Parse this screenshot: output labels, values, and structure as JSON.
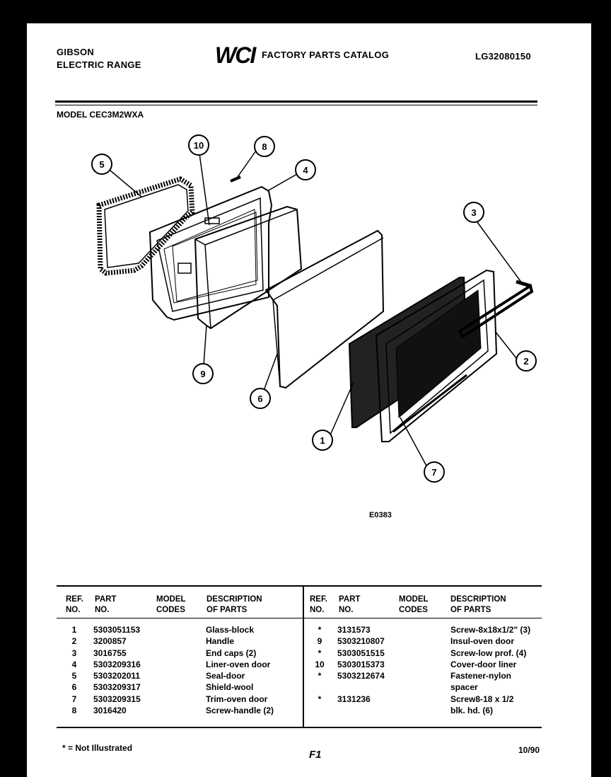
{
  "header": {
    "brand": "GIBSON",
    "product": "ELECTRIC RANGE",
    "logo": "WCI",
    "catalog_title": "FACTORY PARTS CATALOG",
    "catalog_code": "LG32080150",
    "model_line": "MODEL CEC3M2WXA"
  },
  "diagram": {
    "code": "E0383",
    "callouts": [
      "5",
      "10",
      "8",
      "4",
      "3",
      "9",
      "6",
      "2",
      "1",
      "7"
    ]
  },
  "table": {
    "headers": {
      "ref": [
        "REF.",
        "NO."
      ],
      "part": [
        "PART",
        "NO."
      ],
      "model": [
        "MODEL",
        "CODES"
      ],
      "desc": [
        "DESCRIPTION",
        "OF PARTS"
      ]
    },
    "left": {
      "ref": [
        "1",
        "2",
        "3",
        "4",
        "5",
        "6",
        "7",
        "8"
      ],
      "part": [
        "5303051153",
        "3200857",
        "3016755",
        "5303209316",
        "5303202011",
        "5303209317",
        "5303209315",
        "3016420"
      ],
      "desc": [
        "Glass-block",
        "Handle",
        "End caps (2)",
        "Liner-oven door",
        "Seal-door",
        "Shield-wool",
        "Trim-oven door",
        "Screw-handle (2)"
      ]
    },
    "right": {
      "ref": [
        "*",
        "9",
        "*",
        "10",
        "*",
        "",
        "*",
        ""
      ],
      "part": [
        "3131573",
        "5303210807",
        "5303051515",
        "5303015373",
        "5303212674",
        "",
        "3131236",
        ""
      ],
      "desc": [
        "Screw-8x18x1/2\" (3)",
        "Insul-oven door",
        "Screw-low prof. (4)",
        "Cover-door liner",
        "Fastener-nylon",
        "spacer",
        "Screw8-18 x 1/2",
        "blk. hd. (6)"
      ]
    }
  },
  "footer": {
    "note": "* = Not Illustrated",
    "page": "F1",
    "date": "10/90"
  }
}
